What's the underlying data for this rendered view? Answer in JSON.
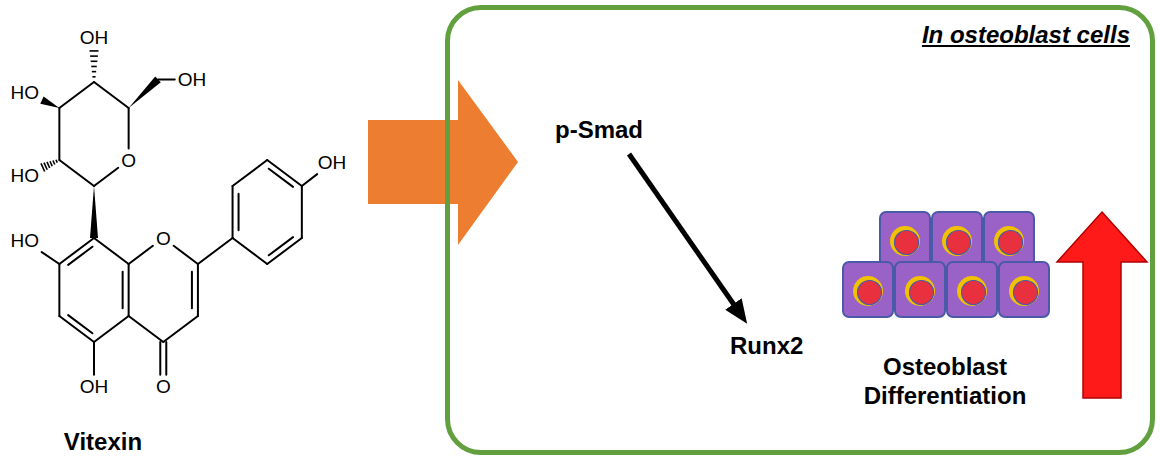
{
  "diagram": {
    "nodes": [
      {
        "text": [
          "In osteoblast cells"
        ]
      },
      {
        "text": [
          "p-Smad"
        ],
        "in": 0
      },
      {
        "text": [
          "Runx2"
        ],
        "in": 0
      }
    ],
    "edges": [
      {
        "from": 1,
        "to": 2,
        "arrow": "to"
      }
    ],
    "labels": [
      "OH",
      "HO",
      "OH",
      "HO",
      "O",
      "HO",
      "O",
      "OH",
      "OH",
      "O",
      "Vitexin",
      "Osteoblast Differentiation"
    ]
  }
}
